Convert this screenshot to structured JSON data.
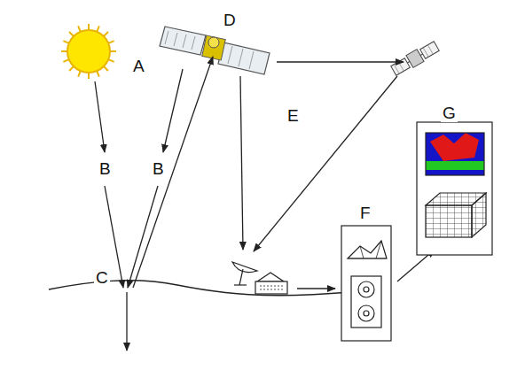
{
  "diagram": {
    "labels": [
      "A",
      "B",
      "B",
      "C",
      "D",
      "E",
      "F",
      "G"
    ]
  }
}
